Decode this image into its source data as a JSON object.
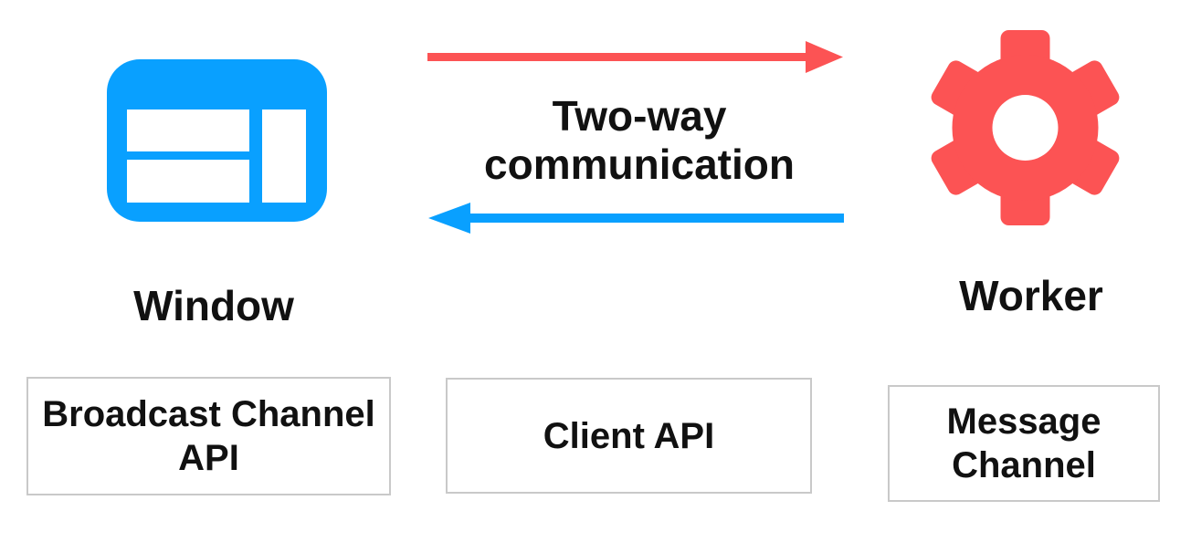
{
  "colors": {
    "blue": "#09A0FF",
    "red": "#FC5354",
    "text": "#111111",
    "box-border": "#C9C9C9",
    "background": "#FFFFFF"
  },
  "window": {
    "label": "Window",
    "icon": "browser-window-icon"
  },
  "worker": {
    "label": "Worker",
    "icon": "gear-icon"
  },
  "communication": {
    "line1": "Two-way",
    "line2": "communication",
    "window_to_worker_arrow": "red-right-arrow-icon",
    "worker_to_window_arrow": "blue-left-arrow-icon"
  },
  "boxes": [
    {
      "label": "Broadcast Channel API"
    },
    {
      "label": "Client API"
    },
    {
      "label": "Message Channel"
    }
  ]
}
